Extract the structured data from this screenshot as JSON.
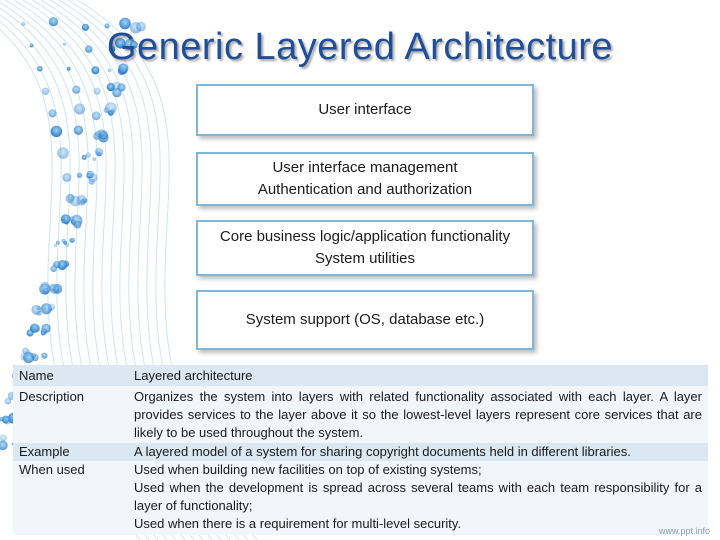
{
  "title": "Generic Layered Architecture",
  "layers": [
    {
      "lines": [
        "User interface"
      ]
    },
    {
      "lines": [
        "User interface management",
        "Authentication and authorization"
      ]
    },
    {
      "lines": [
        "Core business logic/application functionality",
        "System utilities"
      ]
    },
    {
      "lines": [
        "System support (OS, database etc.)"
      ]
    }
  ],
  "table": {
    "name_label": "Name",
    "name_value": "Layered architecture",
    "description_label": "Description",
    "description_value": "Organizes the system into layers with related functionality associated with each layer. A layer provides services to the layer above it so the lowest-level layers represent core services that are likely to be used throughout the system.",
    "example_label": "Example",
    "example_value": "A layered model of a system for sharing copyright documents held in different libraries.",
    "when_label": "When used",
    "when_lines": [
      "Used when building new facilities on top of existing systems;",
      "Used when the development is spread across several teams with each team responsibility for a layer of functionality;",
      "Used when there is a requirement for multi-level security."
    ]
  },
  "footer": "www.ppt.info",
  "colors": {
    "title": "#1f4e9a",
    "box_border": "#7fb7d9",
    "row_dark": "#dbe8f2",
    "row_light": "#f1f6fa",
    "dots": "#3a8fd0"
  }
}
